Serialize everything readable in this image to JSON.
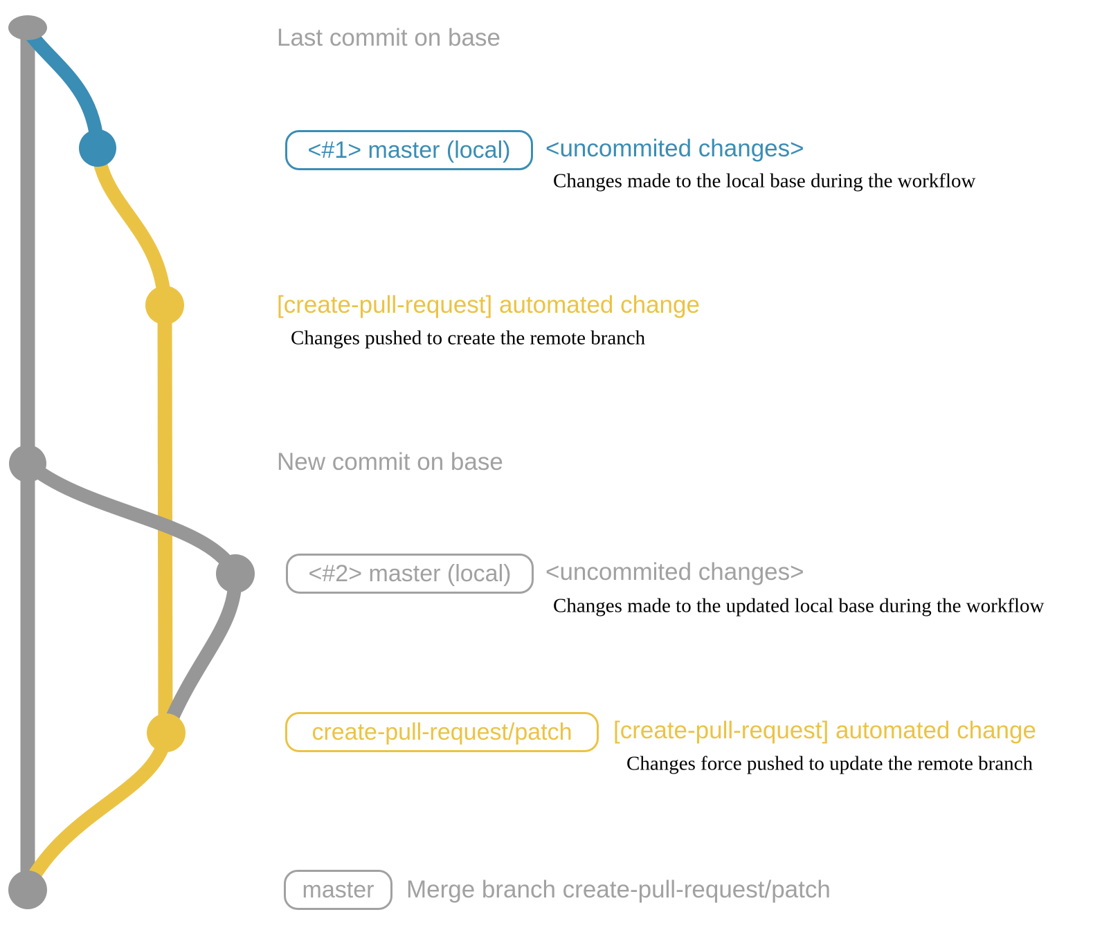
{
  "colors": {
    "background": "#ffffff",
    "gray_graph": "#979797",
    "gray_text": "#a1a1a1",
    "blue": "#3a8db4",
    "yellow": "#ebc344",
    "annotation_text": "#000000"
  },
  "rows": {
    "last_commit": {
      "label": "Last commit on base"
    },
    "local_commit_1": {
      "badge": "<#1> master (local)",
      "status": "<uncommited changes>",
      "annotation": "Changes made to the local base during the workflow"
    },
    "push_1": {
      "title": "[create-pull-request] automated change",
      "annotation": "Changes pushed to create the remote branch"
    },
    "new_commit": {
      "label": "New commit on base"
    },
    "local_commit_2": {
      "badge": "<#2> master (local)",
      "status": "<uncommited changes>",
      "annotation": "Changes made to the updated local base during the workflow"
    },
    "push_2": {
      "badge": "create-pull-request/patch",
      "title": "[create-pull-request] automated change",
      "annotation": "Changes force pushed to update the remote branch"
    },
    "merge": {
      "badge": "master",
      "title": "Merge branch create-pull-request/patch"
    }
  },
  "graph": {
    "branches": [
      "base",
      "master (local)",
      "create-pull-request/patch"
    ],
    "commits": [
      {
        "name": "last-commit-on-base",
        "branch": "base",
        "color": "#979797"
      },
      {
        "name": "local-commit-1",
        "branch": "master (local)",
        "color": "#3a8db4"
      },
      {
        "name": "remote-branch-commit-1",
        "branch": "create-pull-request/patch",
        "color": "#ebc344"
      },
      {
        "name": "new-commit-on-base",
        "branch": "base",
        "color": "#979797"
      },
      {
        "name": "local-commit-2",
        "branch": "master (local)",
        "color": "#979797"
      },
      {
        "name": "remote-branch-commit-2",
        "branch": "create-pull-request/patch",
        "color": "#ebc344"
      },
      {
        "name": "merge-commit",
        "branch": "base",
        "color": "#979797"
      }
    ]
  }
}
